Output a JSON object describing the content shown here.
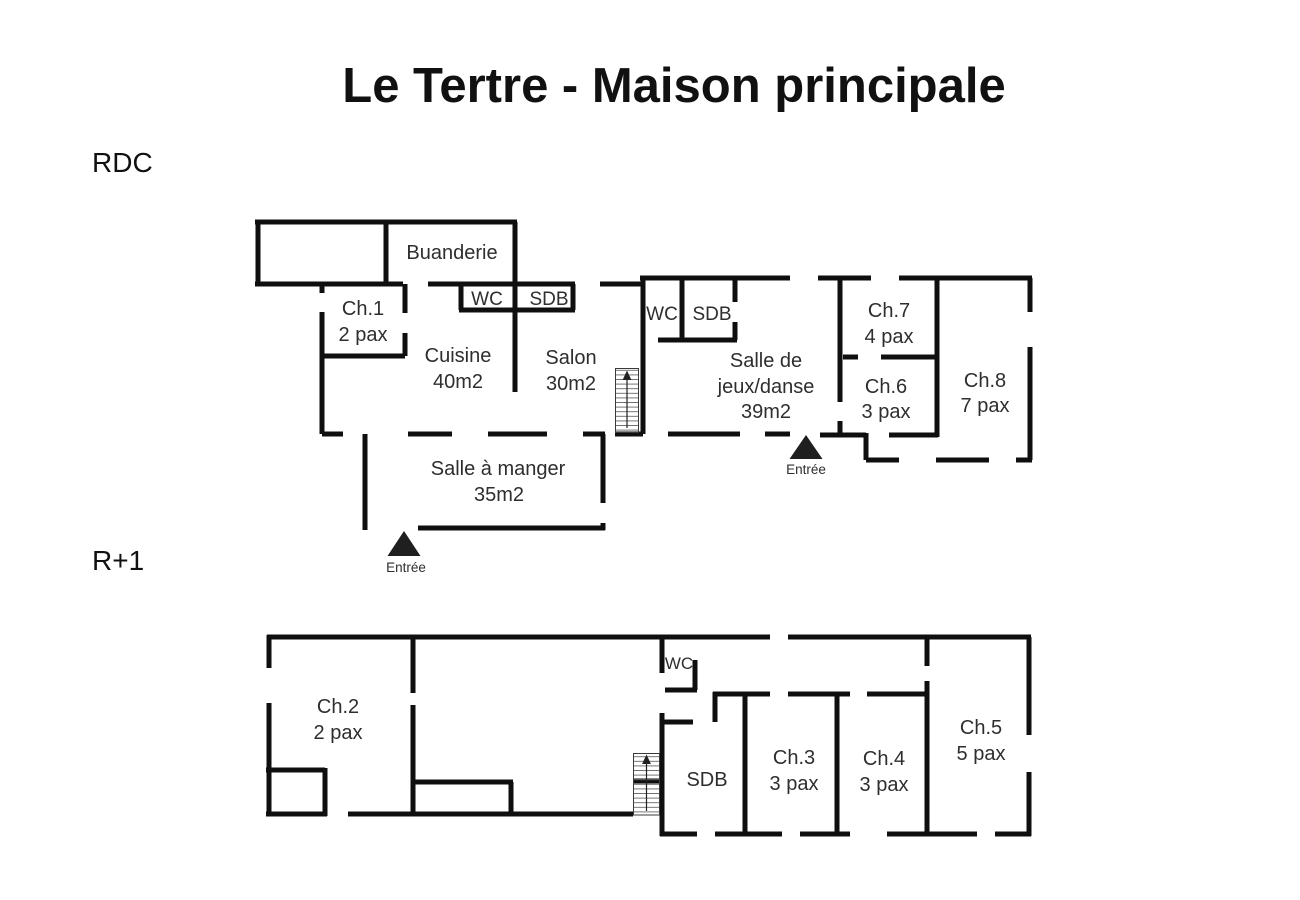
{
  "title": "Le Tertre - Maison principale",
  "colors": {
    "wall": "#0f0f0f",
    "text": "#2e2e2e",
    "background": "#ffffff",
    "entrance_marker": "#1f1f1f"
  },
  "floors": {
    "rdc": {
      "label": "RDC",
      "rooms": {
        "buanderie": "Buanderie",
        "ch1_name": "Ch.1",
        "ch1_cap": "2 pax",
        "wc_a": "WC",
        "sdb_a": "SDB",
        "cuisine_name": "Cuisine",
        "cuisine_area": "40m2",
        "salon_name": "Salon",
        "salon_area": "30m2",
        "wc_b": "WC",
        "sdb_b": "SDB",
        "jeux_line1": "Salle de",
        "jeux_line2": "jeux/danse",
        "jeux_line3": "39m2",
        "ch7_name": "Ch.7",
        "ch7_cap": "4 pax",
        "ch6_name": "Ch.6",
        "ch6_cap": "3 pax",
        "ch8_name": "Ch.8",
        "ch8_cap": "7 pax",
        "manger_line1": "Salle à manger",
        "manger_line2": "35m2"
      },
      "entrances": {
        "left": "Entrée",
        "right": "Entrée"
      }
    },
    "r1": {
      "label": "R+1",
      "rooms": {
        "ch2_name": "Ch.2",
        "ch2_cap": "2 pax",
        "wc": "WC",
        "sdb": "SDB",
        "ch3_name": "Ch.3",
        "ch3_cap": "3 pax",
        "ch4_name": "Ch.4",
        "ch4_cap": "3 pax",
        "ch5_name": "Ch.5",
        "ch5_cap": "5 pax"
      }
    }
  }
}
